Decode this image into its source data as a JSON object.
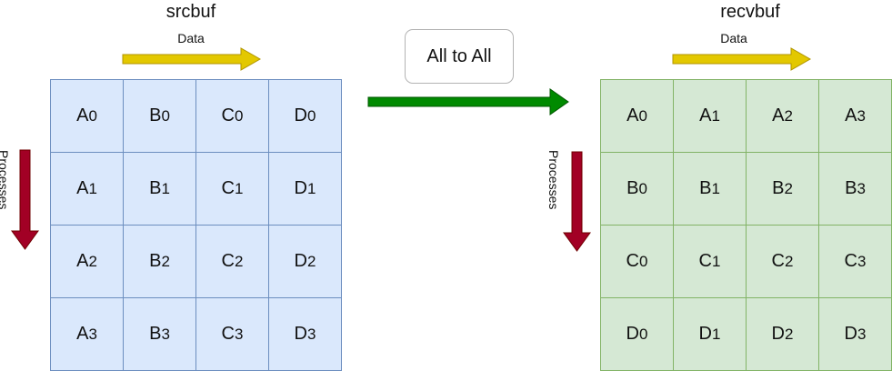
{
  "src": {
    "title": "srcbuf",
    "data_label": "Data",
    "processes_label": "Processes",
    "cells": [
      [
        {
          "l": "A",
          "s": "0"
        },
        {
          "l": "B",
          "s": "0"
        },
        {
          "l": "C",
          "s": "0"
        },
        {
          "l": "D",
          "s": "0"
        }
      ],
      [
        {
          "l": "A",
          "s": "1"
        },
        {
          "l": "B",
          "s": "1"
        },
        {
          "l": "C",
          "s": "1"
        },
        {
          "l": "D",
          "s": "1"
        }
      ],
      [
        {
          "l": "A",
          "s": "2"
        },
        {
          "l": "B",
          "s": "2"
        },
        {
          "l": "C",
          "s": "2"
        },
        {
          "l": "D",
          "s": "2"
        }
      ],
      [
        {
          "l": "A",
          "s": "3"
        },
        {
          "l": "B",
          "s": "3"
        },
        {
          "l": "C",
          "s": "3"
        },
        {
          "l": "D",
          "s": "3"
        }
      ]
    ]
  },
  "dst": {
    "title": "recvbuf",
    "data_label": "Data",
    "processes_label": "Processes",
    "cells": [
      [
        {
          "l": "A",
          "s": "0"
        },
        {
          "l": "A",
          "s": "1"
        },
        {
          "l": "A",
          "s": "2"
        },
        {
          "l": "A",
          "s": "3"
        }
      ],
      [
        {
          "l": "B",
          "s": "0"
        },
        {
          "l": "B",
          "s": "1"
        },
        {
          "l": "B",
          "s": "2"
        },
        {
          "l": "B",
          "s": "3"
        }
      ],
      [
        {
          "l": "C",
          "s": "0"
        },
        {
          "l": "C",
          "s": "1"
        },
        {
          "l": "C",
          "s": "2"
        },
        {
          "l": "C",
          "s": "3"
        }
      ],
      [
        {
          "l": "D",
          "s": "0"
        },
        {
          "l": "D",
          "s": "1"
        },
        {
          "l": "D",
          "s": "2"
        },
        {
          "l": "D",
          "s": "3"
        }
      ]
    ]
  },
  "operation": {
    "label": "All to All"
  },
  "colors": {
    "src_fill": "#dae8fc",
    "src_stroke": "#6c8ebf",
    "dst_fill": "#d5e8d4",
    "dst_stroke": "#82b366",
    "data_arrow": "#e3c800",
    "process_arrow": "#a20025",
    "main_arrow": "#008a00"
  },
  "icons": {
    "data_arrow": "arrow-right-icon",
    "process_arrow": "arrow-down-icon",
    "main_arrow": "arrow-right-icon"
  }
}
